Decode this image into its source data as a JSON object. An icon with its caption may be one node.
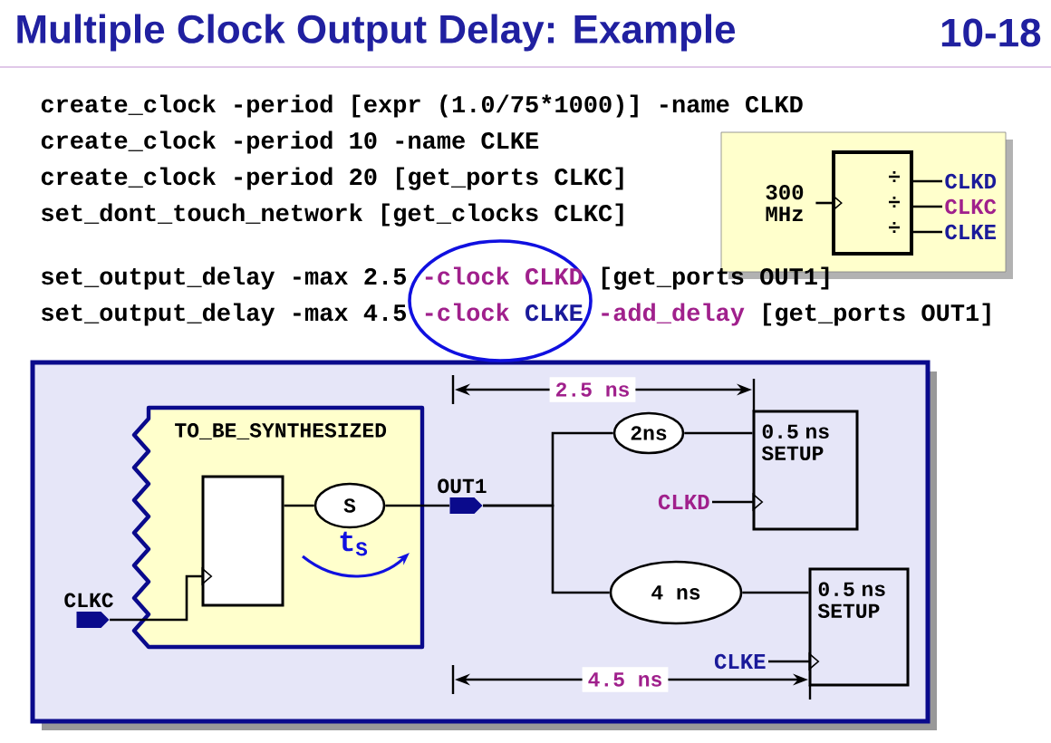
{
  "diagram": {
    "title": "Multiple Clock Output Delay: Example",
    "nodes": [
      {
        "text": [
          "300 MHz"
        ]
      },
      {
        "text": [
          "÷",
          "÷",
          "÷"
        ]
      },
      {
        "text": [
          "CLKD"
        ]
      },
      {
        "text": [
          "CLKC"
        ]
      },
      {
        "text": [
          "CLKE"
        ]
      },
      {
        "text": [
          "TO_BE_SYNTHESIZED"
        ]
      },
      {
        "text": [],
        "shape": "box",
        "in": 5
      },
      {
        "text": [
          "S"
        ],
        "in": 5
      },
      {
        "text": [
          "CLKC"
        ]
      },
      {
        "text": [
          "OUT1"
        ]
      },
      {
        "text": [
          "2ns"
        ]
      },
      {
        "text": [
          "4 ns"
        ]
      },
      {
        "text": [
          "0.5 ns SETUP"
        ]
      },
      {
        "text": [
          "0.5 ns SETUP"
        ]
      },
      {
        "text": [
          "CLKD"
        ]
      },
      {
        "text": [
          "CLKE"
        ]
      }
    ],
    "edges": [
      {
        "from": 0,
        "to": 1,
        "arrow": "to"
      },
      {
        "from": 1,
        "to": 2,
        "arrow": "none"
      },
      {
        "from": 1,
        "to": 3,
        "arrow": "none"
      },
      {
        "from": 1,
        "to": 4,
        "arrow": "none"
      },
      {
        "from": 8,
        "to": 6,
        "arrow": "to"
      },
      {
        "from": 6,
        "to": 7,
        "arrow": "none"
      },
      {
        "from": 7,
        "to": 9,
        "arrow": "none"
      },
      {
        "from": 9,
        "to": 10,
        "arrow": "none"
      },
      {
        "from": 9,
        "to": 11,
        "arrow": "none"
      },
      {
        "from": 10,
        "to": 12,
        "arrow": "none"
      },
      {
        "from": 11,
        "to": 13,
        "arrow": "none"
      },
      {
        "from": 14,
        "to": 12,
        "arrow": "to"
      },
      {
        "from": 15,
        "to": 13,
        "arrow": "to"
      }
    ],
    "labels": [
      "10-18",
      "create_clock -period [expr (1.0/75*1000)] -name CLKD",
      "create_clock -period 10 -name CLKE",
      "create_clock -period 20 [get_ports CLKC]",
      "set_dont_touch_network [get_clocks CLKC]",
      "set_output_delay -max 2.5",
      "-clock CLKD",
      "[get_ports OUT1]",
      "set_output_delay -max 4.5",
      "-clock",
      "CLKE",
      "-add_delay",
      "[get_ports OUT1]",
      "t$_{S}$",
      "2.5 ns",
      "4.5 ns"
    ]
  }
}
